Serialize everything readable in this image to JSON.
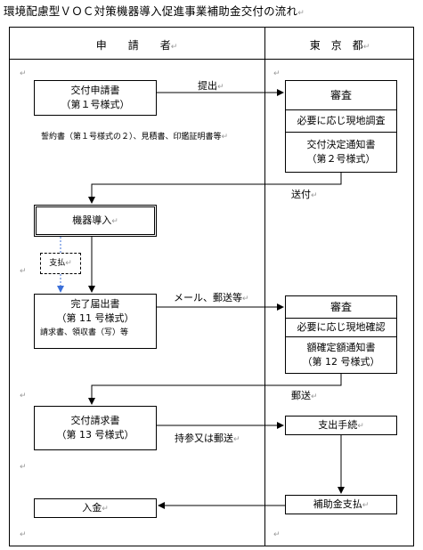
{
  "title": "環境配慮型ＶＯＣ対策機器導入促進事業補助金交付の流れ",
  "return_mark": "↵",
  "headers": {
    "applicant": "申　　請　　者",
    "tokyo": "東　京　都"
  },
  "applicant": {
    "apply": {
      "line1": "交付申請書",
      "line2": "（第１号様式）"
    },
    "apply_note": "誓約書（第１号様式の２）、見積書、印鑑証明書等",
    "install": "機器導入",
    "payment": "支払",
    "complete": {
      "line1": "完了届出書",
      "line2": "（第 11 号様式）"
    },
    "complete_note": "請求書、領収書（写）等",
    "request": {
      "line1": "交付請求書",
      "line2": "（第 13 号様式）"
    },
    "deposit": "入金"
  },
  "tokyo": {
    "review1": "審査",
    "site_survey": "必要に応じ現地調査",
    "decision": {
      "line1": "交付決定通知書",
      "line2": "（第２号様式）"
    },
    "review2": "審査",
    "site_check": "必要に応じ現地確認",
    "amount": {
      "line1": "額確定額通知書",
      "line2": "（第 12 号様式）"
    },
    "disburse_proc": "支出手続",
    "grant_payment": "補助金支払"
  },
  "flows": {
    "submit": "提出",
    "send": "送付",
    "mail": "メール、郵送等",
    "post": "郵送",
    "bring": "持参又は郵送"
  }
}
